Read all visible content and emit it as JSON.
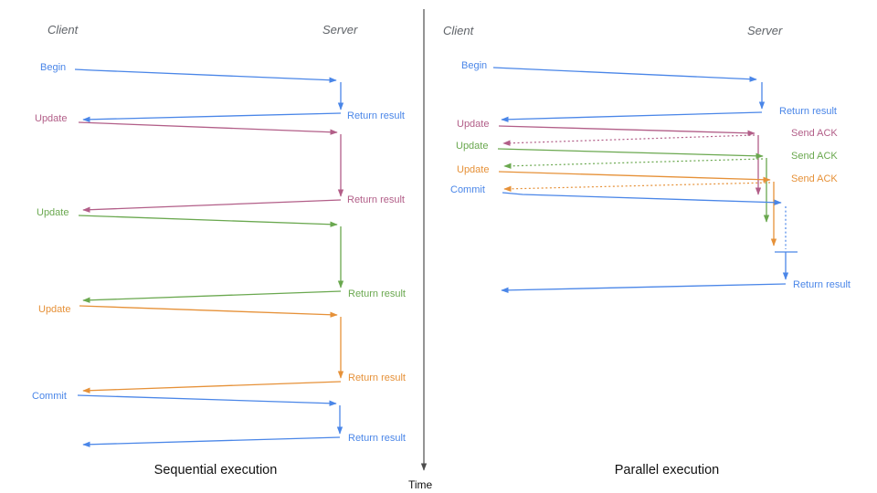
{
  "colors": {
    "blue": "#4a86e8",
    "pink": "#b25e88",
    "green": "#6aa84f",
    "orange": "#e69138",
    "axis": "#4d4d4d",
    "header_gray": "#5f6368"
  },
  "time_axis": {
    "label": "Time"
  },
  "sequential": {
    "title": "Sequential execution",
    "client_label": "Client",
    "server_label": "Server",
    "messages": [
      {
        "request": "Begin",
        "response": "Return result",
        "color": "blue"
      },
      {
        "request": "Update",
        "response": "Return result",
        "color": "pink"
      },
      {
        "request": "Update",
        "response": "Return result",
        "color": "green"
      },
      {
        "request": "Update",
        "response": "Return result",
        "color": "orange"
      },
      {
        "request": "Commit",
        "response": "Return result",
        "color": "blue"
      }
    ]
  },
  "parallel": {
    "title": "Parallel execution",
    "client_label": "Client",
    "server_label": "Server",
    "messages": [
      {
        "request": "Begin",
        "response": "Return result",
        "color": "blue",
        "ack_style": "solid"
      },
      {
        "request": "Update",
        "response": "Send ACK",
        "color": "pink",
        "ack_style": "dotted"
      },
      {
        "request": "Update",
        "response": "Send ACK",
        "color": "green",
        "ack_style": "dotted"
      },
      {
        "request": "Update",
        "response": "Send ACK",
        "color": "orange",
        "ack_style": "dotted"
      },
      {
        "request": "Commit",
        "response": "Return result",
        "color": "blue",
        "ack_style": "solid"
      }
    ]
  }
}
